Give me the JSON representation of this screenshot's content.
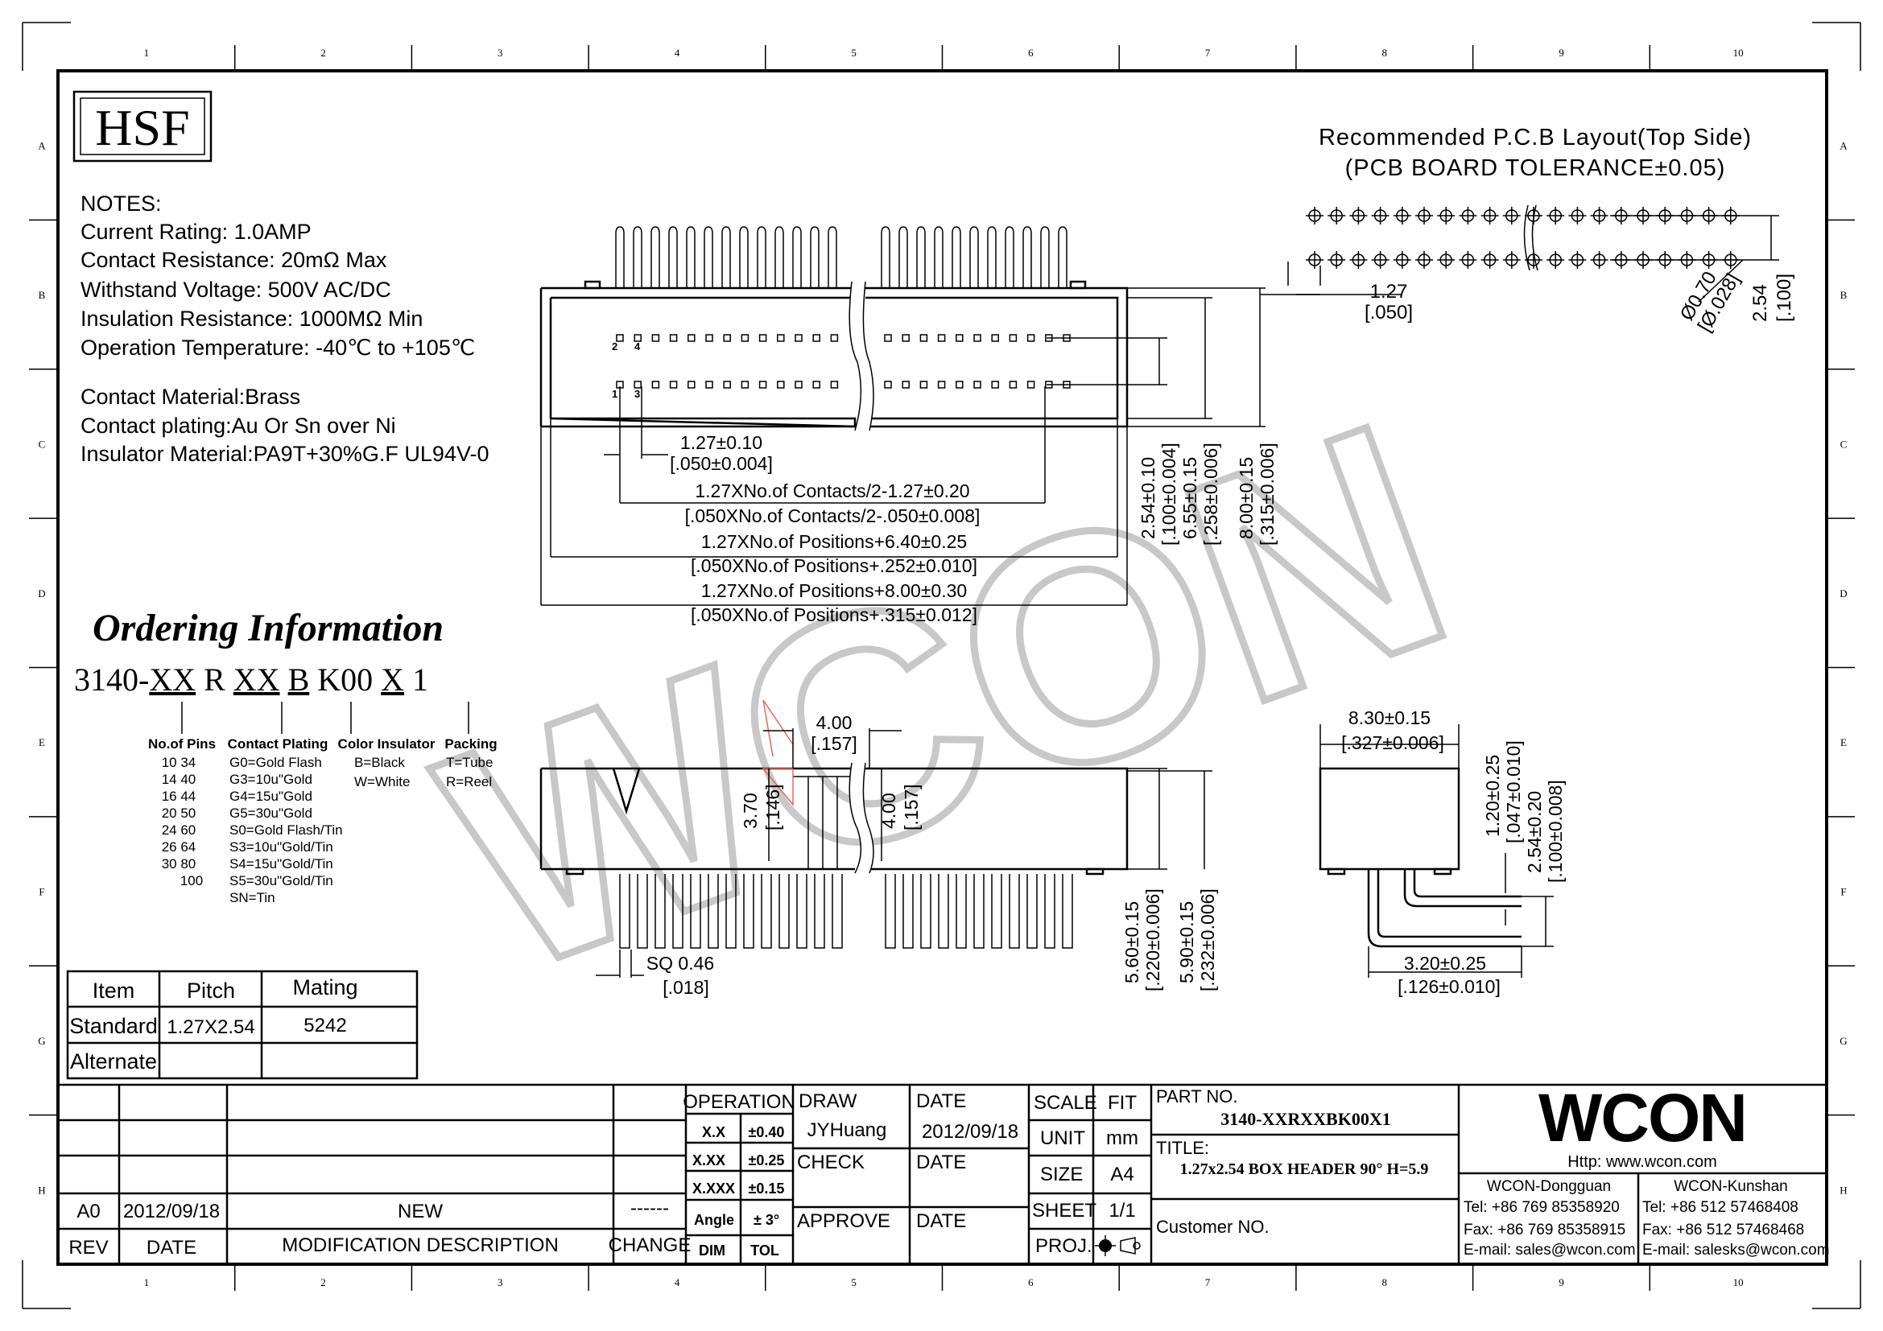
{
  "frame": {
    "columns": [
      "1",
      "2",
      "3",
      "4",
      "5",
      "6",
      "7",
      "8",
      "9",
      "10"
    ],
    "rows": [
      "A",
      "B",
      "C",
      "D",
      "E",
      "F",
      "G",
      "H"
    ]
  },
  "logo_hsf": "HSF",
  "watermark": "WCON",
  "notes": {
    "heading": "NOTES:",
    "lines": [
      "Current Rating: 1.0AMP",
      "Contact Resistance: 20mΩ Max",
      "Withstand Voltage: 500V AC/DC",
      "Insulation Resistance: 1000MΩ Min",
      "Operation Temperature: -40℃ to +105℃"
    ],
    "materials": [
      "Contact Material:Brass",
      "Contact plating:Au Or Sn over Ni",
      "Insulator Material:PA9T+30%G.F UL94V-0"
    ]
  },
  "ordering": {
    "title": "Ordering Information",
    "code_parts": [
      "3140-",
      "XX",
      " R ",
      "XX",
      " ",
      "B",
      " K00 ",
      "X",
      " 1"
    ],
    "groups": [
      {
        "label": "No.of Pins",
        "values": [
          "10 34",
          "14 40",
          "16 44",
          "20 50",
          "24 60",
          "26 64",
          "30 80",
          "100"
        ]
      },
      {
        "label": "Contact Plating",
        "values": [
          "G0=Gold Flash",
          "G3=10u\"Gold",
          "G4=15u\"Gold",
          "G5=30u\"Gold",
          "S0=Gold Flash/Tin",
          "S3=10u\"Gold/Tin",
          "S4=15u\"Gold/Tin",
          "S5=30u\"Gold/Tin",
          "SN=Tin"
        ]
      },
      {
        "label": "Color Insulator",
        "values": [
          "B=Black",
          "W=White"
        ]
      },
      {
        "label": "Packing",
        "values": [
          "T=Tube",
          "R=Reel"
        ]
      }
    ]
  },
  "pitch_table": {
    "headers": [
      "Item",
      "Pitch",
      "Mating"
    ],
    "rows": [
      [
        "Standard",
        "1.27X2.54",
        "5242"
      ],
      [
        "Alternate",
        "",
        ""
      ]
    ]
  },
  "pcb": {
    "title": "Recommended P.C.B Layout(Top Side)",
    "tolerance": "(PCB BOARD TOLERANCE±0.05)",
    "dims": [
      "1.27",
      "[.050]",
      "Ø0.70",
      "[Ø.028]",
      "2.54",
      "[.100]"
    ]
  },
  "top_view": {
    "pin_labels": [
      "2",
      "4",
      "1",
      "3"
    ],
    "dims": [
      "1.27±0.10",
      "[.050±0.004]",
      "1.27XNo.of Contacts/2-1.27±0.20",
      "[.050XNo.of Contacts/2-.050±0.008]",
      "1.27XNo.of Positions+6.40±0.25",
      "[.050XNo.of Positions+.252±0.010]",
      "1.27XNo.of Positions+8.00±0.30",
      "[.050XNo.of Positions+.315±0.012]"
    ],
    "vdims": [
      "2.54±0.10",
      "[.100±0.004]",
      "6.55±0.15",
      "[.258±0.006]",
      "8.00±0.15",
      "[.315±0.006]"
    ]
  },
  "front_view": {
    "dims": [
      "4.00",
      "[.157]",
      "3.70",
      "[.146]",
      "4.00",
      "[.157]",
      "SQ 0.46",
      "[.018]",
      "5.60±0.15",
      "[.220±0.006]",
      "5.90±0.15",
      "[.232±0.006]"
    ]
  },
  "side_view": {
    "dims": [
      "8.30±0.15",
      "[.327±0.006]",
      "1.20±0.25",
      "[.047±0.010]",
      "2.54±0.20",
      "[.100±0.008]",
      "3.20±0.25",
      "[.126±0.010]"
    ]
  },
  "title_block": {
    "revision": {
      "rev": "A0",
      "date": "2012/09/18",
      "description": "NEW",
      "change": "------",
      "headers": [
        "REV",
        "DATE",
        "MODIFICATION DESCRIPTION",
        "CHANGE"
      ]
    },
    "operation": {
      "header": "OPERATION",
      "rows": [
        [
          "X.X",
          "±0.40"
        ],
        [
          "X.XX",
          "±0.25"
        ],
        [
          "X.XXX",
          "±0.15"
        ],
        [
          "Angle",
          "± 3°"
        ],
        [
          "DIM",
          "TOL"
        ]
      ]
    },
    "draw_label": "DRAW",
    "draw_name": "JYHuang",
    "date_label": "DATE",
    "draw_date": "2012/09/18",
    "check_label": "CHECK",
    "approve_label": "APPROVE",
    "scale": {
      "label": "SCALE",
      "value": "FIT"
    },
    "unit": {
      "label": "UNIT",
      "value": "mm"
    },
    "size": {
      "label": "SIZE",
      "value": "A4"
    },
    "sheet": {
      "label": "SHEET",
      "value": "1/1"
    },
    "proj_label": "PROJ.",
    "part_no_label": "PART NO.",
    "part_no": "3140-XXRXXBK00X1",
    "title_label": "TITLE:",
    "title": "1.27x2.54 BOX HEADER 90° H=5.9",
    "customer_label": "Customer NO.",
    "company": {
      "logo": "WCON",
      "website": "Http: www.wcon.com",
      "left": {
        "name": "WCON-Dongguan",
        "tel": "Tel: +86 769 85358920",
        "fax": "Fax: +86 769 85358915",
        "email": "E-mail: sales@wcon.com"
      },
      "right": {
        "name": "WCON-Kunshan",
        "tel": "Tel: +86 512 57468408",
        "fax": "Fax: +86 512 57468468",
        "email": "E-mail: salesks@wcon.com"
      }
    }
  }
}
